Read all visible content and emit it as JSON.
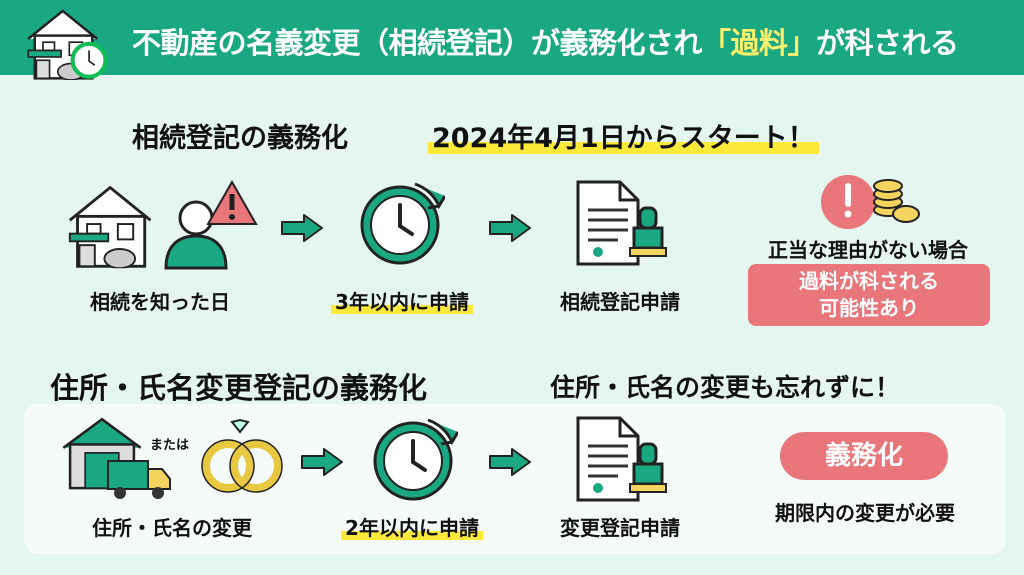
{
  "header": {
    "title_pre": "不動産の名義変更（相続登記）が義務化され",
    "title_hl": "「過料」",
    "title_post": "が科される"
  },
  "section1": {
    "title": "相続登記の義務化",
    "highlight": "2024年4月1日からスタート！",
    "steps": [
      "相続を知った日",
      "3年以内に申請",
      "相続登記申請"
    ],
    "warning_label": "正当な理由がない場合",
    "fine_text": [
      "過料が科される",
      "可能性あり"
    ]
  },
  "section2": {
    "title": "住所・氏名変更登記の義務化",
    "subtitle": "住所・氏名の変更も忘れずに！",
    "or_label": "または",
    "steps": [
      "住所・氏名の変更",
      "2年以内に申請",
      "変更登記申請"
    ],
    "badge": "義務化",
    "note": "期限内の変更が必要"
  },
  "colors": {
    "green": "#1aa882",
    "highlight": "#fde93a",
    "red": "#e8767a",
    "bg": "#e5f5ef"
  }
}
